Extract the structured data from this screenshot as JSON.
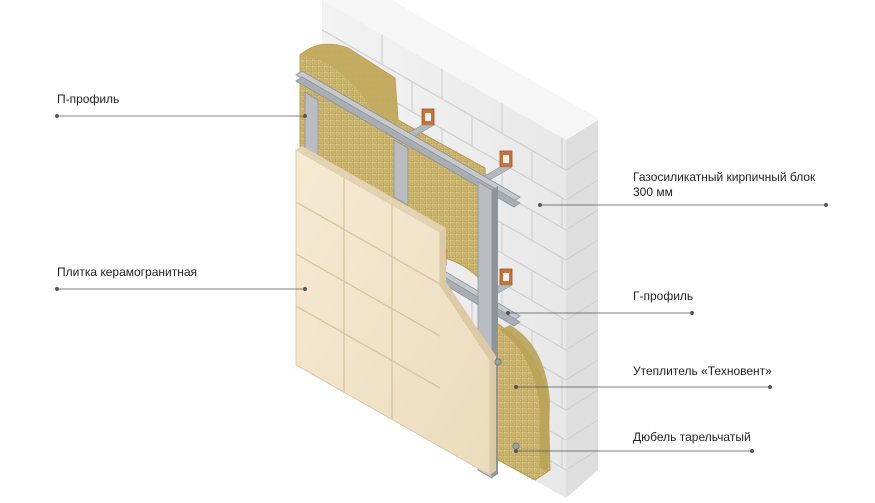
{
  "labels": {
    "p_profile": "П-профиль",
    "tile": "Плитка керамогранитная",
    "block_line1": "Газосиликатный кирпичный блок",
    "block_line2": "300 мм",
    "g_profile": "Г-профиль",
    "insulation": "Утеплитель «Техновент»",
    "dowel": "Дюбель тарельчатый"
  },
  "colors": {
    "brick_face": "#f0f0f0",
    "brick_side": "#e2e2e2",
    "brick_top": "#f7f7f7",
    "mortar": "#d4d4d4",
    "insulation": "#cdb873",
    "insulation_dark": "#b59f55",
    "tile": "#f1e4cc",
    "tile_edge": "#d9c8a8",
    "metal": "#b9bdc1",
    "metal_dark": "#8f9498",
    "bracket": "#c8733a",
    "leader": "#555555"
  },
  "icons": [
    "dot-marker"
  ]
}
